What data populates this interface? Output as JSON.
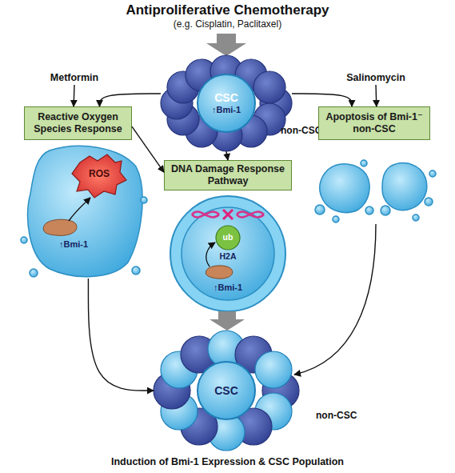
{
  "diagram": {
    "title": "Antiproliferative Chemotherapy",
    "caption": "Induction of Bmi-1 Expression & CSC Population",
    "nodes": [
      {
        "text": [
          "non-CSC"
        ]
      },
      {
        "text": [
          "CSC",
          "↑Bmi-1"
        ],
        "in": 0
      },
      {
        "text": [
          "Metformin"
        ]
      },
      {
        "text": [
          "Salinomycin"
        ]
      },
      {
        "text": [
          "Reactive Oxygen Species Response"
        ]
      },
      {
        "text": [
          "Apoptosis of Bmi-1⁻ non-CSC"
        ]
      },
      {
        "text": [
          "DNA Damage Response Pathway"
        ]
      },
      {
        "text": [
          "↑Bmi-1"
        ]
      },
      {
        "text": [
          "ROS"
        ],
        "in": 7
      },
      {
        "text": [
          "↑Bmi-1"
        ]
      },
      {
        "text": [
          "ub",
          "H2A"
        ],
        "in": 9
      },
      {
        "text": [
          "non-CSC"
        ]
      },
      {
        "text": [
          "CSC"
        ],
        "in": 11
      }
    ],
    "edges": [
      {
        "from": 0,
        "to": 4,
        "arrow": "to"
      },
      {
        "from": 0,
        "to": 5,
        "arrow": "to"
      },
      {
        "from": 0,
        "to": 6,
        "arrow": "to"
      },
      {
        "from": 2,
        "to": 4,
        "arrow": "to"
      },
      {
        "from": 3,
        "to": 5,
        "arrow": "to"
      },
      {
        "from": 4,
        "to": 6,
        "arrow": "to"
      },
      {
        "from": 7,
        "to": 11,
        "arrow": "to"
      },
      {
        "from": 9,
        "to": 11,
        "arrow": "to"
      }
    ],
    "labels": [
      "(e.g. Cisplatin, Paclitaxel)"
    ]
  }
}
